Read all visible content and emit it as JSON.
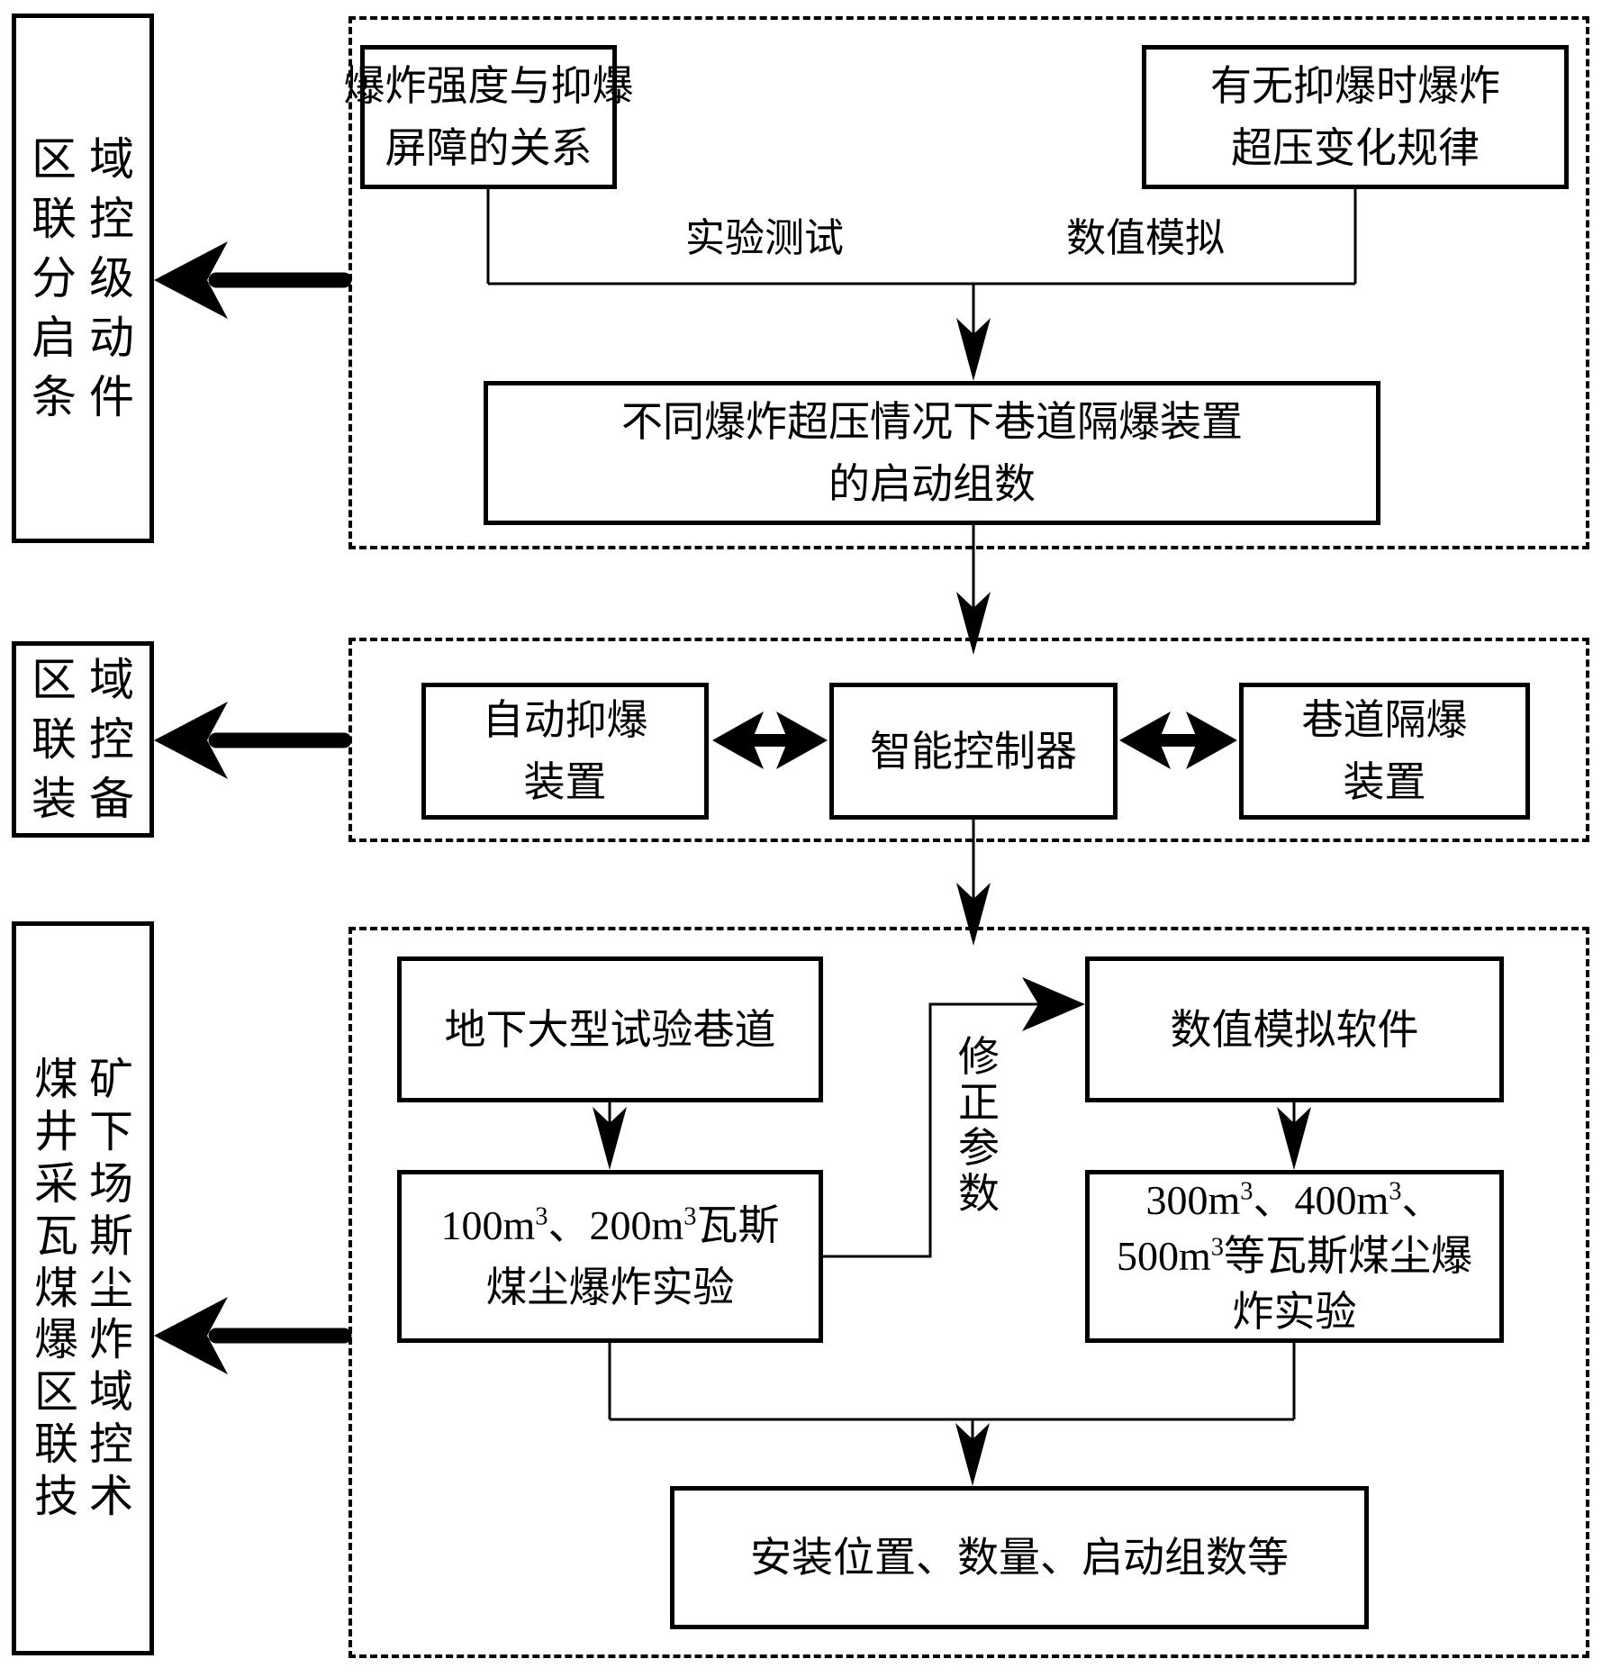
{
  "figure": {
    "left_column": {
      "box_start_conditions": {
        "label": "区域联控分级启动条件"
      },
      "box_equipment": {
        "label": "区域联控装备"
      },
      "box_technology": {
        "label": "煤矿井下采场瓦斯煤尘爆炸区域联控技术"
      }
    },
    "section_top": {
      "box_relation": {
        "lines": [
          "爆炸强度与抑爆",
          "屏障的关系"
        ]
      },
      "box_overpressure_law": {
        "lines": [
          "有无抑爆时爆炸",
          "超压变化规律"
        ]
      },
      "label_experiment_test": "实验测试",
      "label_numerical_simulation": "数值模拟",
      "box_activation_groups": {
        "lines": [
          "不同爆炸超压情况下巷道隔爆装置",
          "的启动组数"
        ]
      }
    },
    "section_middle": {
      "box_auto_suppression": {
        "lines": [
          "自动抑爆",
          "装置"
        ]
      },
      "box_controller": {
        "label": "智能控制器"
      },
      "box_roadway_isolation": {
        "lines": [
          "巷道隔爆",
          "装置"
        ]
      }
    },
    "section_bottom": {
      "box_test_tunnel": {
        "label": "地下大型试验巷道"
      },
      "box_simulation_software": {
        "label": "数值模拟软件"
      },
      "box_experiment_small": {
        "lines": [
          "100m³、200m³瓦斯",
          "煤尘爆炸实验"
        ]
      },
      "box_experiment_large": {
        "lines": [
          "300m³、400m³、",
          "500m³等瓦斯煤尘爆",
          "炸实验"
        ]
      },
      "label_correction_parameters": "修正参数",
      "box_result": {
        "label": "安装位置、数量、启动组数等"
      }
    },
    "colors": {
      "line": "#000000",
      "background": "#ffffff"
    }
  }
}
